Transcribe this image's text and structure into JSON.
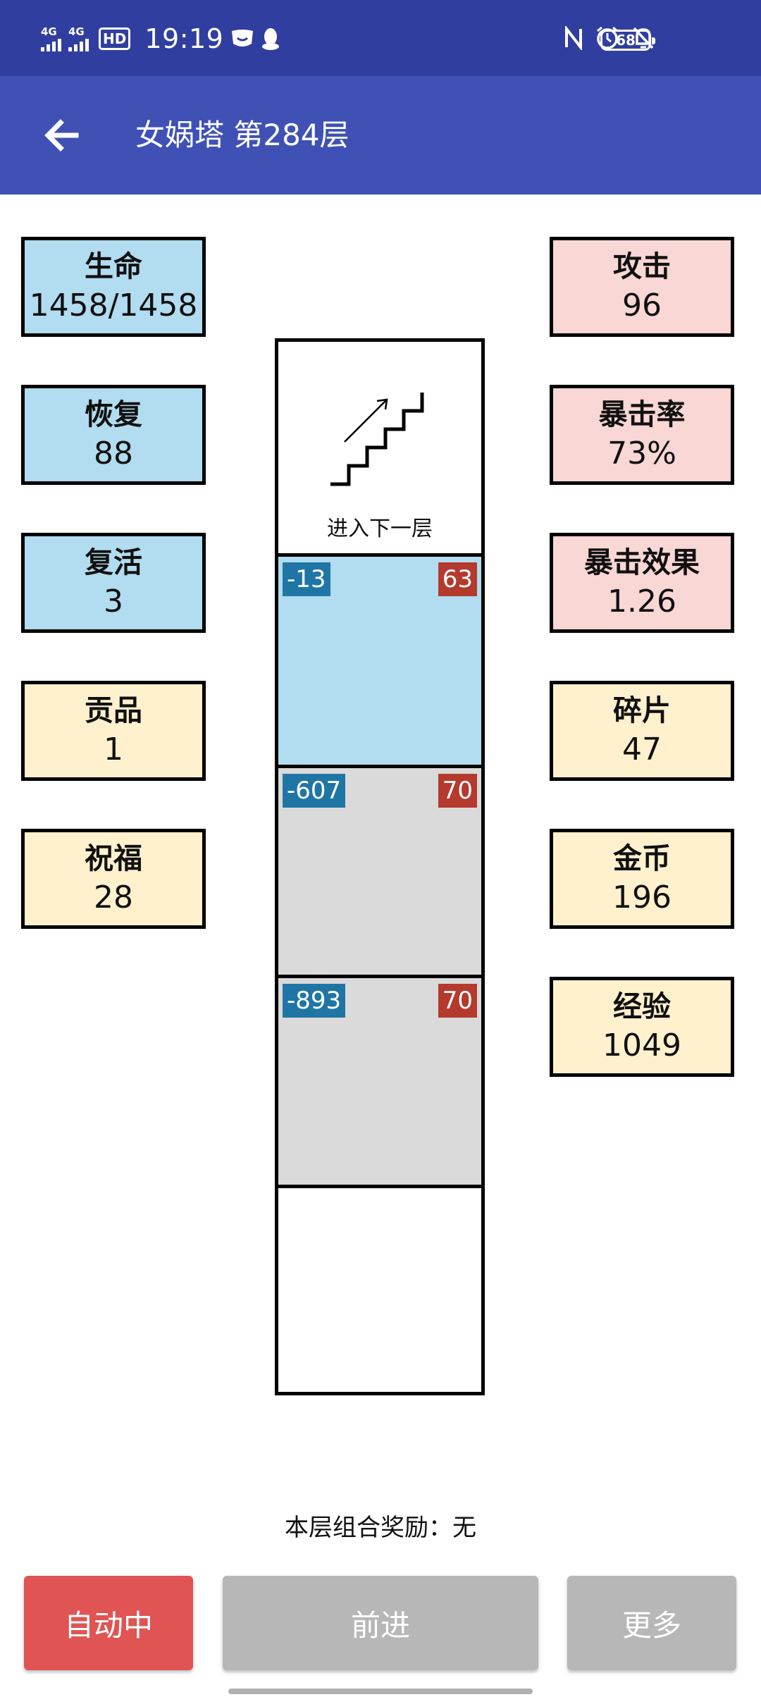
{
  "status_bar": {
    "network1": "4G",
    "network2": "4G",
    "hd": "HD",
    "time": "19:19",
    "battery": "68",
    "icons": [
      "smile-icon",
      "qq-penguin-icon",
      "nfc-icon",
      "alarm-icon",
      "mute-bell-icon",
      "battery-icon"
    ]
  },
  "appbar": {
    "title": "女娲塔 第284层",
    "back_icon": "arrow-left-icon"
  },
  "left_stats": [
    {
      "label": "生命",
      "value": "1458/1458",
      "color": "#b2dcef"
    },
    {
      "label": "恢复",
      "value": "88",
      "color": "#b2dcef"
    },
    {
      "label": "复活",
      "value": "3",
      "color": "#b2dcef"
    },
    {
      "label": "贡品",
      "value": "1",
      "color": "#fff1cd"
    },
    {
      "label": "祝福",
      "value": "28",
      "color": "#fff1cd"
    }
  ],
  "right_stats": [
    {
      "label": "攻击",
      "value": "96",
      "color": "#f8d7d5"
    },
    {
      "label": "暴击率",
      "value": "73%",
      "color": "#f8d7d5"
    },
    {
      "label": "暴击效果",
      "value": "1.26",
      "color": "#f8d7d5"
    },
    {
      "label": "碎片",
      "value": "47",
      "color": "#fff1cd"
    },
    {
      "label": "金币",
      "value": "196",
      "color": "#fff1cd"
    },
    {
      "label": "经验",
      "value": "1049",
      "color": "#fff1cd"
    }
  ],
  "tower": {
    "exit_label": "进入下一层",
    "cells": [
      {
        "left": "-13",
        "right": "63"
      },
      {
        "left": "-607",
        "right": "70"
      },
      {
        "left": "-893",
        "right": "70"
      }
    ]
  },
  "bonus_text": "本层组合奖励：无",
  "buttons": {
    "auto": "自动中",
    "forward": "前进",
    "more": "更多"
  },
  "colors": {
    "status_bar": "#303f9f",
    "app_bar": "#3f51b5",
    "auto_button": "#e05454",
    "disabled_button": "#b7b7b7",
    "tag_blue": "#1f76a5",
    "tag_red": "#b43a2e"
  }
}
